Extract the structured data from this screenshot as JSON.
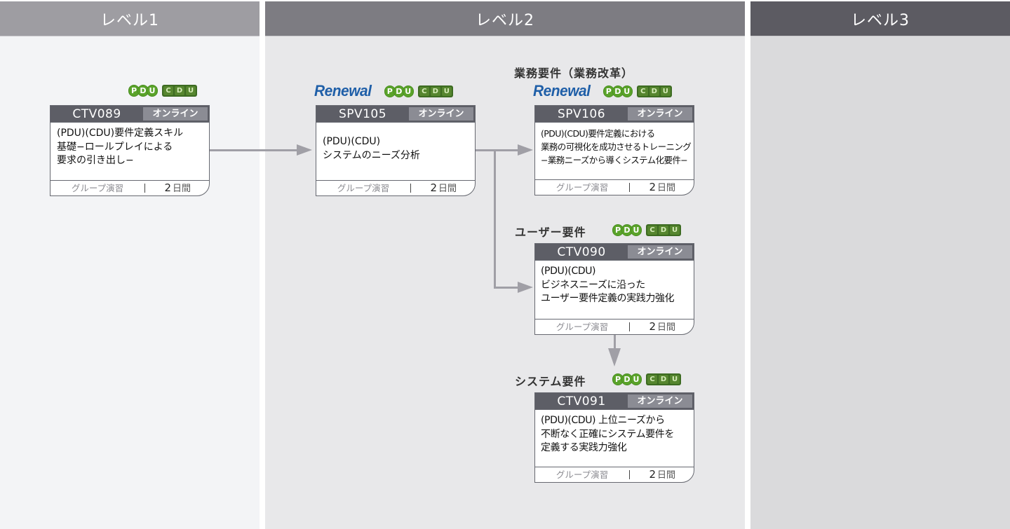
{
  "columns": [
    {
      "label": "レベル1",
      "header_color": "#9e9da2",
      "body_color": "#f3f4f6"
    },
    {
      "label": "レベル2",
      "header_color": "#7d7c82",
      "body_color": "#e8e8ea"
    },
    {
      "label": "レベル3",
      "header_color": "#5c5b62",
      "body_color": "#dadadc"
    }
  ],
  "badges": {
    "renewal": "Renewal",
    "pdu": [
      "P",
      "D",
      "U"
    ],
    "cdu": [
      "C",
      "D",
      "U"
    ]
  },
  "sections": {
    "business": "業務要件（業務改革）",
    "user": "ユーザー要件",
    "system": "システム要件"
  },
  "courses": [
    {
      "code": "CTV089",
      "delivery": "オンライン",
      "title_lines": [
        "(PDU)(CDU)要件定義スキル",
        "基礎−ロールプレイによる",
        "要求の引き出し−"
      ],
      "format": "グループ演習",
      "days": "2",
      "days_unit": "日間",
      "renewal": false
    },
    {
      "code": "SPV105",
      "delivery": "オンライン",
      "title_lines": [
        "(PDU)(CDU)",
        "システムのニーズ分析"
      ],
      "format": "グループ演習",
      "days": "2",
      "days_unit": "日間",
      "renewal": true
    },
    {
      "code": "SPV106",
      "delivery": "オンライン",
      "title_lines": [
        "(PDU)(CDU)要件定義における",
        "業務の可視化を成功させるトレーニング",
        "−業務ニーズから導くシステム化要件−"
      ],
      "format": "グループ演習",
      "days": "2",
      "days_unit": "日間",
      "renewal": true
    },
    {
      "code": "CTV090",
      "delivery": "オンライン",
      "title_lines": [
        "(PDU)(CDU)",
        "ビジネスニーズに沿った",
        "ユーザー要件定義の実践力強化"
      ],
      "format": "グループ演習",
      "days": "2",
      "days_unit": "日間",
      "renewal": false
    },
    {
      "code": "CTV091",
      "delivery": "オンライン",
      "title_lines": [
        "(PDU)(CDU) 上位ニーズから",
        "不断なく正確にシステム要件を",
        "定義する実践力強化"
      ],
      "format": "グループ演習",
      "days": "2",
      "days_unit": "日間",
      "renewal": false
    }
  ],
  "colors": {
    "card_header": "#5d5e66",
    "online_tag": "#8b8c94",
    "connector": "#a09fa6",
    "pdu_green": "#5aa32a",
    "cdu_green": "#3d6b22",
    "renewal_blue": "#1f5fa8"
  }
}
